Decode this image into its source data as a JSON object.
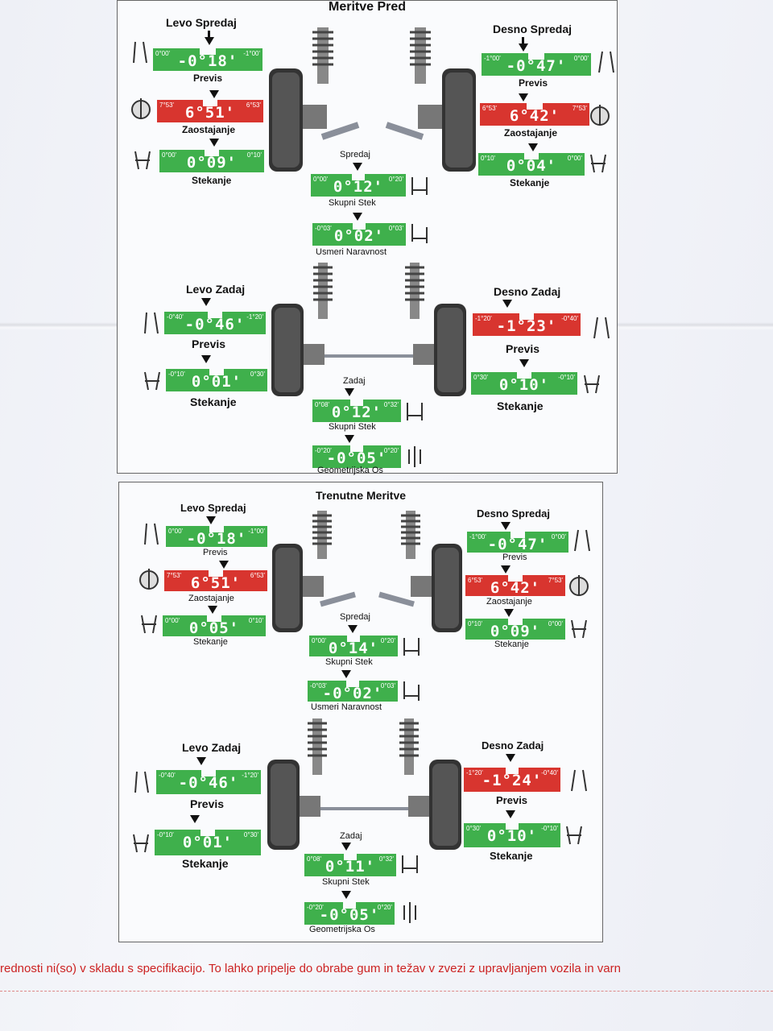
{
  "sections": [
    {
      "title": "Meritve Pred",
      "front_left": {
        "title": "Levo Spredaj",
        "toe": {
          "min": "0°00'",
          "max": "-1°00'",
          "value": "-0°18'",
          "label": "Previs",
          "color": "green"
        },
        "caster": {
          "min": "7°53'",
          "max": "6°53'",
          "value": "6°51'",
          "label": "Zaostajanje",
          "color": "red"
        },
        "camber": {
          "min": "0°00'",
          "max": "0°10'",
          "value": "0°09'",
          "label": "Stekanje",
          "color": "green"
        }
      },
      "front_right": {
        "title": "Desno Spredaj",
        "toe": {
          "min": "-1°00'",
          "max": "0°00'",
          "value": "-0°47'",
          "label": "Previs",
          "color": "green"
        },
        "caster": {
          "min": "6°53'",
          "max": "7°53'",
          "value": "6°42'",
          "label": "Zaostajanje",
          "color": "red"
        },
        "camber": {
          "min": "0°10'",
          "max": "0°00'",
          "value": "0°04'",
          "label": "Stekanje",
          "color": "green"
        }
      },
      "front_center": {
        "title": "Spredaj",
        "total": {
          "min": "0°00'",
          "max": "0°20'",
          "value": "0°12'",
          "label": "Skupni Stek",
          "color": "green"
        },
        "setback": {
          "min": "-0°03'",
          "max": "0°03'",
          "value": "0°02'",
          "label": "Usmeri Naravnost",
          "color": "green"
        }
      },
      "rear_left": {
        "title": "Levo Zadaj",
        "toe": {
          "min": "-0°40'",
          "max": "-1°20'",
          "value": "-0°46'",
          "label": "Previs",
          "color": "green"
        },
        "camber": {
          "min": "-0°10'",
          "max": "0°30'",
          "value": "0°01'",
          "label": "Stekanje",
          "color": "green"
        }
      },
      "rear_right": {
        "title": "Desno Zadaj",
        "toe": {
          "min": "-1°20'",
          "max": "-0°40'",
          "value": "-1°23'",
          "label": "Previs",
          "color": "red"
        },
        "camber": {
          "min": "0°30'",
          "max": "-0°10'",
          "value": "0°10'",
          "label": "Stekanje",
          "color": "green"
        }
      },
      "rear_center": {
        "title": "Zadaj",
        "total": {
          "min": "0°08'",
          "max": "0°32'",
          "value": "0°12'",
          "label": "Skupni Stek",
          "color": "green"
        },
        "thrust": {
          "min": "-0°20'",
          "max": "0°20'",
          "value": "-0°05'",
          "label": "Geometrijska Os",
          "color": "green"
        }
      }
    },
    {
      "title": "Trenutne Meritve",
      "front_left": {
        "title": "Levo Spredaj",
        "toe": {
          "min": "0°00'",
          "max": "-1°00'",
          "value": "-0°18'",
          "label": "Previs",
          "color": "green"
        },
        "caster": {
          "min": "7°53'",
          "max": "6°53'",
          "value": "6°51'",
          "label": "Zaostajanje",
          "color": "red"
        },
        "camber": {
          "min": "0°00'",
          "max": "0°10'",
          "value": "0°05'",
          "label": "Stekanje",
          "color": "green"
        }
      },
      "front_right": {
        "title": "Desno Spredaj",
        "toe": {
          "min": "-1°00'",
          "max": "0°00'",
          "value": "-0°47'",
          "label": "Previs",
          "color": "green"
        },
        "caster": {
          "min": "6°53'",
          "max": "7°53'",
          "value": "6°42'",
          "label": "Zaostajanje",
          "color": "red"
        },
        "camber": {
          "min": "0°10'",
          "max": "0°00'",
          "value": "0°09'",
          "label": "Stekanje",
          "color": "green"
        }
      },
      "front_center": {
        "title": "Spredaj",
        "total": {
          "min": "0°00'",
          "max": "0°20'",
          "value": "0°14'",
          "label": "Skupni Stek",
          "color": "green"
        },
        "setback": {
          "min": "-0°03'",
          "max": "0°03'",
          "value": "-0°02'",
          "label": "Usmeri Naravnost",
          "color": "green"
        }
      },
      "rear_left": {
        "title": "Levo Zadaj",
        "toe": {
          "min": "-0°40'",
          "max": "-1°20'",
          "value": "-0°46'",
          "label": "Previs",
          "color": "green"
        },
        "camber": {
          "min": "-0°10'",
          "max": "0°30'",
          "value": "0°01'",
          "label": "Stekanje",
          "color": "green"
        }
      },
      "rear_right": {
        "title": "Desno Zadaj",
        "toe": {
          "min": "-1°20'",
          "max": "-0°40'",
          "value": "-1°24'",
          "label": "Previs",
          "color": "red"
        },
        "camber": {
          "min": "0°30'",
          "max": "-0°10'",
          "value": "0°10'",
          "label": "Stekanje",
          "color": "green"
        }
      },
      "rear_center": {
        "title": "Zadaj",
        "total": {
          "min": "0°08'",
          "max": "0°32'",
          "value": "0°11'",
          "label": "Skupni Stek",
          "color": "green"
        },
        "thrust": {
          "min": "-0°20'",
          "max": "0°20'",
          "value": "-0°05'",
          "label": "Geometrijska Os",
          "color": "green"
        }
      }
    }
  ],
  "footer": "rednosti ni(so) v skladu s specifikacijo. To lahko pripelje do obrabe gum in težav v zvezi z upravljanjem vozila in varn",
  "colors": {
    "green": "#3fb04c",
    "red": "#d8352f"
  }
}
